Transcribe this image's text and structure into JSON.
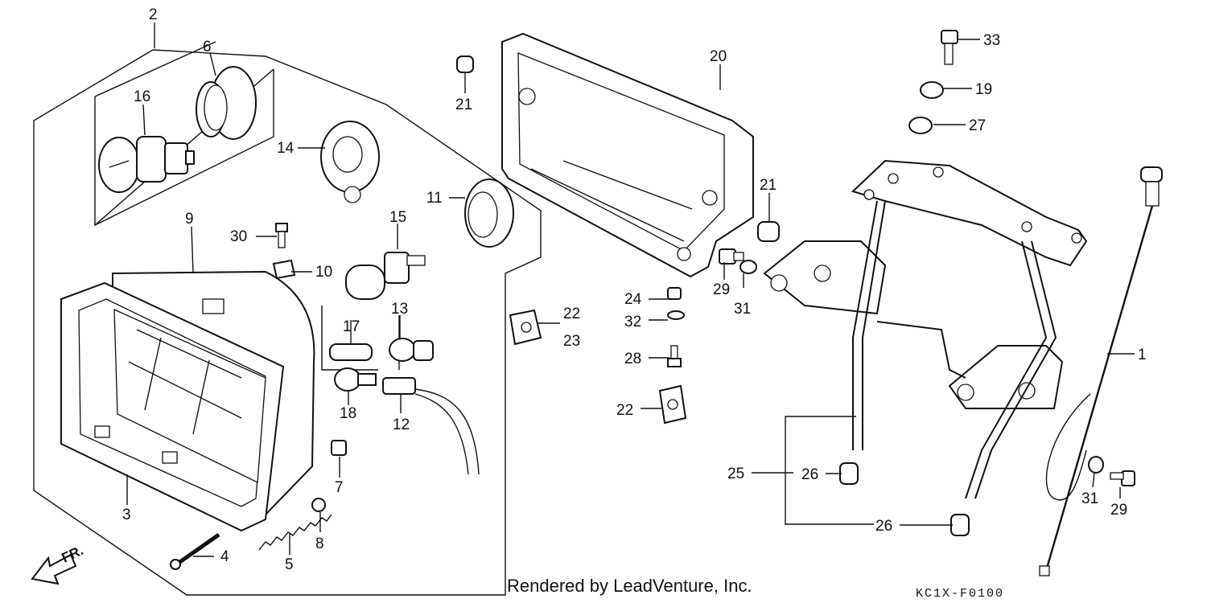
{
  "diagram": {
    "footer_credit": "Rendered by LeadVenture, Inc.",
    "code": "KC1X-F0100",
    "front_label": "FR.",
    "callouts": [
      "2",
      "6",
      "16",
      "14",
      "9",
      "30",
      "10",
      "15",
      "17",
      "13",
      "18",
      "12",
      "7",
      "8",
      "3",
      "4",
      "5",
      "11",
      "21",
      "20",
      "21",
      "22",
      "23",
      "24",
      "32",
      "28",
      "22",
      "29",
      "31",
      "33",
      "19",
      "27",
      "1",
      "25",
      "26",
      "26",
      "31",
      "29"
    ]
  }
}
